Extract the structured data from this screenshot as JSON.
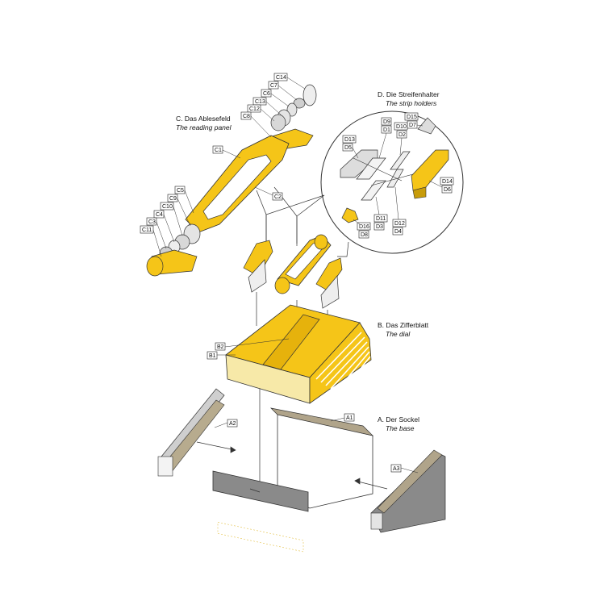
{
  "sections": {
    "reading_panel": {
      "title": "C. Das Ablesefeld",
      "subtitle": "The reading panel"
    },
    "strip_holders": {
      "title": "D. Die Streifenhalter",
      "subtitle": "The strip holders"
    },
    "dial": {
      "title": "B. Das Zifferblatt",
      "subtitle": "The dial"
    },
    "base": {
      "title": "A. Der Sockel",
      "subtitle": "The base"
    }
  },
  "part_labels": {
    "C14": "C14",
    "C7": "C7",
    "C6": "C6",
    "C13": "C13",
    "C12": "C12",
    "C8": "C8",
    "C1": "C1",
    "C2": "C2",
    "C5": "C5",
    "C9": "C9",
    "C10": "C10",
    "C4": "C4",
    "C3": "C3",
    "C11": "C11",
    "D9": "D9",
    "D1": "D1",
    "D15": "D15",
    "D7": "D7",
    "D10": "D10",
    "D2": "D2",
    "D13": "D13",
    "D5": "D5",
    "D14": "D14",
    "D6": "D6",
    "D11": "D11",
    "D3": "D3",
    "D12": "D12",
    "D4": "D4",
    "D16": "D16",
    "D8": "D8",
    "B2": "B2",
    "B1": "B1",
    "A1": "A1",
    "A2": "A2",
    "A3": "A3"
  },
  "colors": {
    "part_yellow": "#f5c518",
    "part_light": "#fbe38a",
    "panel_grey": "#d6d6d6",
    "dark_grey": "#8a8a8a",
    "outline": "#222222"
  }
}
